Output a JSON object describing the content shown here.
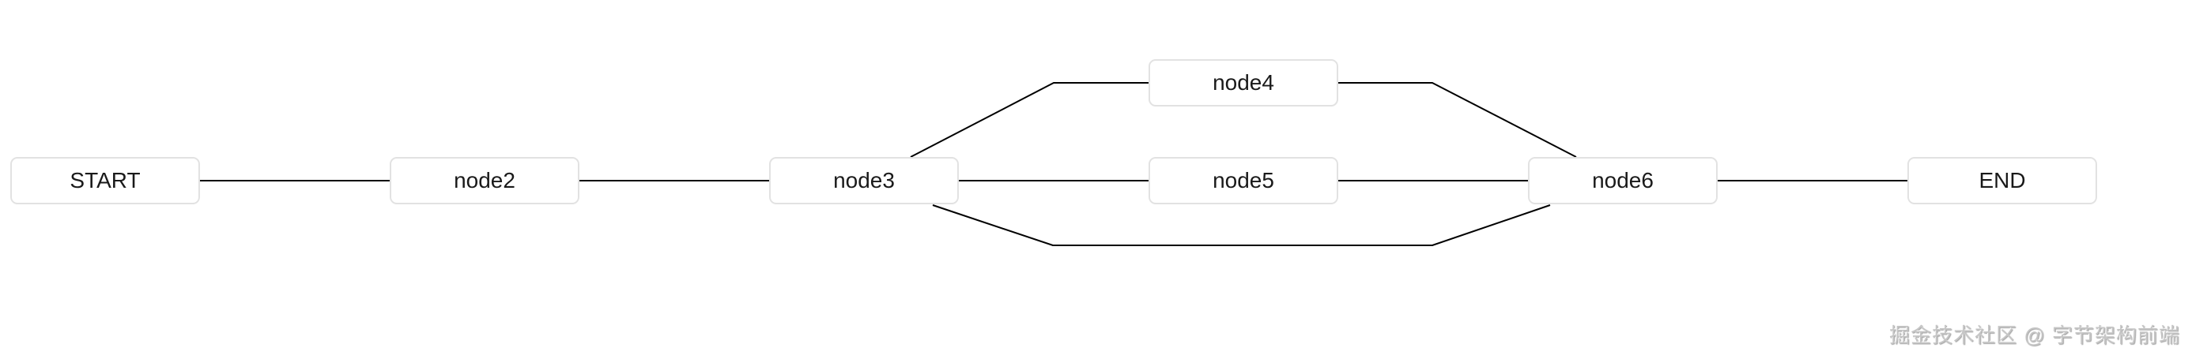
{
  "canvas": {
    "background": "#ffffff",
    "edge_color": "#000000",
    "node_fill": "#ffffff",
    "node_border_color": "#e2e2e2",
    "node_text_color": "#1a1a1a"
  },
  "nodes": [
    {
      "id": "start",
      "label": "START"
    },
    {
      "id": "node2",
      "label": "node2"
    },
    {
      "id": "node3",
      "label": "node3"
    },
    {
      "id": "node4",
      "label": "node4"
    },
    {
      "id": "node5",
      "label": "node5"
    },
    {
      "id": "node6",
      "label": "node6"
    },
    {
      "id": "end",
      "label": "END"
    }
  ],
  "edges": [
    {
      "from": "START",
      "to": "node2"
    },
    {
      "from": "node2",
      "to": "node3"
    },
    {
      "from": "node3",
      "to": "node4"
    },
    {
      "from": "node3",
      "to": "node5"
    },
    {
      "from": "node3",
      "to": "node6"
    },
    {
      "from": "node4",
      "to": "node6"
    },
    {
      "from": "node5",
      "to": "node6"
    },
    {
      "from": "node6",
      "to": "END"
    }
  ],
  "watermark": {
    "text": "掘金技术社区 @ 字节架构前端"
  }
}
